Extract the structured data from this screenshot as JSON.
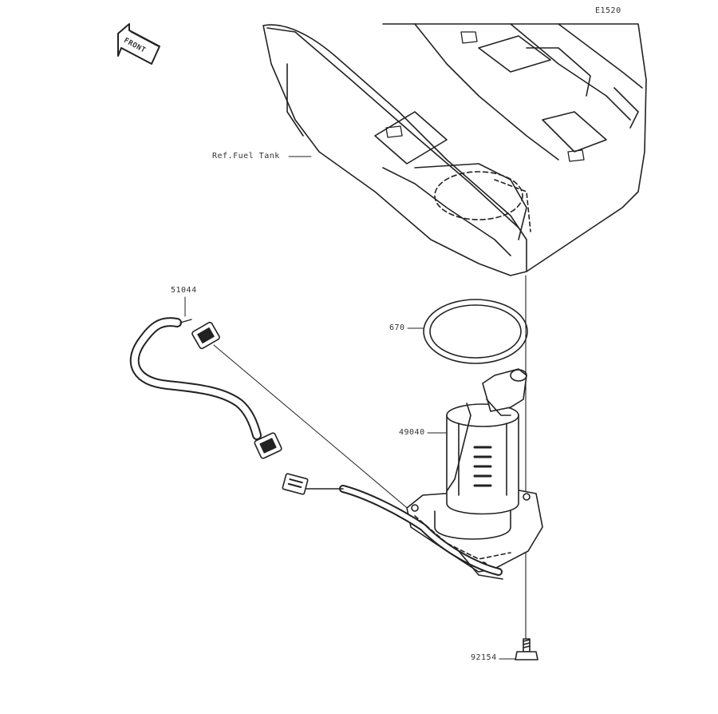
{
  "diagram_code": "E1520",
  "front_label": "FRONT",
  "callouts": {
    "fuel_tank": "Ref.Fuel Tank",
    "hose": "51044",
    "gasket": "670",
    "pump": "49040",
    "bolt": "92154"
  }
}
